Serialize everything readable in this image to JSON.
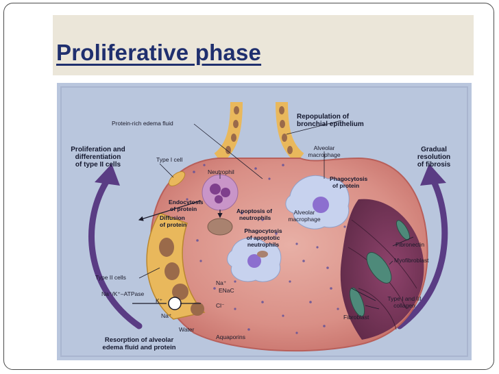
{
  "slide": {
    "title": "Proliferative phase"
  },
  "figure": {
    "labels": {
      "protein_rich_edema_fluid": "Protein-rich edema fluid",
      "repopulation_line1": "Repopulation of",
      "repopulation_line2": "bronchial epithelium",
      "proliferation_line1": "Proliferation and",
      "proliferation_line2": "differentiation",
      "proliferation_line3": "of type II cells",
      "gradual_line1": "Gradual",
      "gradual_line2": "resolution",
      "gradual_line3": "of fibrosis",
      "type_i_cell": "Type I cell",
      "neutrophil": "Neutrophil",
      "alveolar_macrophage_top_line1": "Alveolar",
      "alveolar_macrophage_top_line2": "macrophage",
      "phagocytosis_protein_line1": "Phagocytosis",
      "phagocytosis_protein_line2": "of protein",
      "endocytosis_line1": "Endocytosis",
      "endocytosis_line2": "of protein",
      "diffusion_line1": "Diffusion",
      "diffusion_line2": "of protein",
      "apoptosis_line1": "Apoptosis of",
      "apoptosis_line2": "neutrophils",
      "alveolar_macrophage_mid_line1": "Alveolar",
      "alveolar_macrophage_mid_line2": "macrophage",
      "phagocytosis_apoptotic_line1": "Phagocytosis",
      "phagocytosis_apoptotic_line2": "of apoptotic",
      "phagocytosis_apoptotic_line3": "neutrophils",
      "fibronectin": "Fibronectin",
      "myofibroblast": "Myofibroblast",
      "type_ii_cells": "Type II cells",
      "na_k_atpase": "Na⁺/K⁺–ATPase",
      "k_plus": "K⁺",
      "na_plus_lower": "Na⁺",
      "na_plus_upper": "Na⁺",
      "enac": "ENaC",
      "cl_minus": "Cl⁻",
      "type_i_iii_collagen_line1": "Type I and III",
      "type_i_iii_collagen_line2": "collagen",
      "fibroblast": "Fibroblast",
      "water": "Water",
      "aquaporins": "Aquaporins",
      "resorption_line1": "Resorption of alveolar",
      "resorption_line2": "edema fluid and protein"
    },
    "colors": {
      "background": "#b9c6dd",
      "alveolus_fill": "#d98f86",
      "epithelium": "#e9b85c",
      "nucleus": "#9a6a4a",
      "macrophage": "#c7d2ee",
      "macrophage_nucleus": "#8c6fcf",
      "neutrophil": "#c995c8",
      "fibrosis": "#6e2f54",
      "arrow": "#5a3c84",
      "title": "#1f2f6e"
    }
  }
}
